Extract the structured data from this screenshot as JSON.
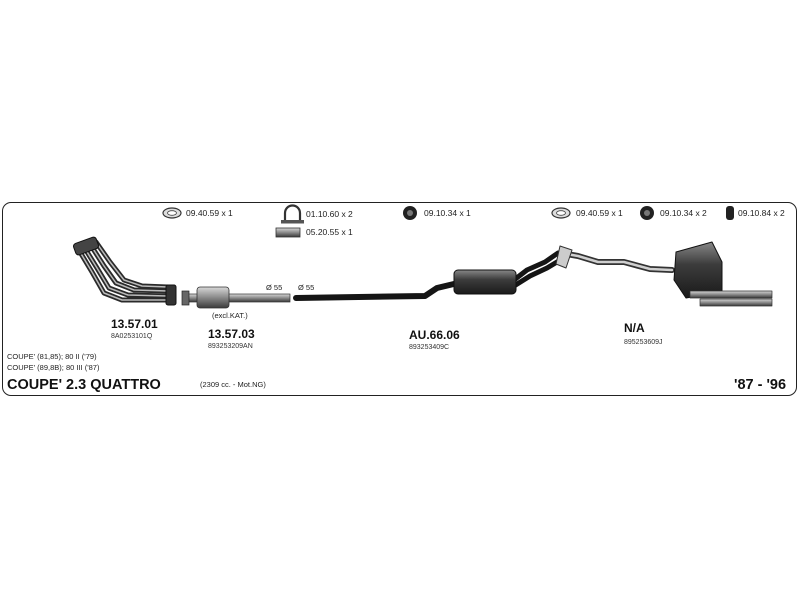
{
  "fittings": [
    {
      "code": "09.40.59 x 1",
      "icon": "gasket-ring-icon"
    },
    {
      "code": "01.10.60 x 2",
      "icon": "clamp-icon"
    },
    {
      "code": "05.20.55 x 1",
      "icon": "pipe-sleeve-icon"
    },
    {
      "code": "09.10.34 x 1",
      "icon": "rubber-mount-icon"
    },
    {
      "code": "09.40.59 x 1",
      "icon": "gasket-ring-icon"
    },
    {
      "code": "09.10.34 x 2",
      "icon": "rubber-mount-icon"
    },
    {
      "code": "09.10.84 x 2",
      "icon": "rubber-hanger-icon"
    }
  ],
  "parts": [
    {
      "number": "13.57.01",
      "oem": "8A0253101Q"
    },
    {
      "number": "13.57.03",
      "oem": "893253209AN",
      "note": "(excl.KAT.)"
    },
    {
      "number": "AU.66.06",
      "oem": "893253409C"
    },
    {
      "number": "N/A",
      "oem": "895253609J"
    }
  ],
  "diameters": [
    "Ø 55",
    "Ø 55"
  ],
  "applicability": [
    "COUPE' (81,85); 80 II ('79)",
    "COUPE' (89,8B); 80 III ('87)"
  ],
  "model": {
    "name": "COUPE' 2.3 QUATTRO",
    "engine": "(2309 cc. - Mot.NG)",
    "years": "'87 - '96"
  }
}
